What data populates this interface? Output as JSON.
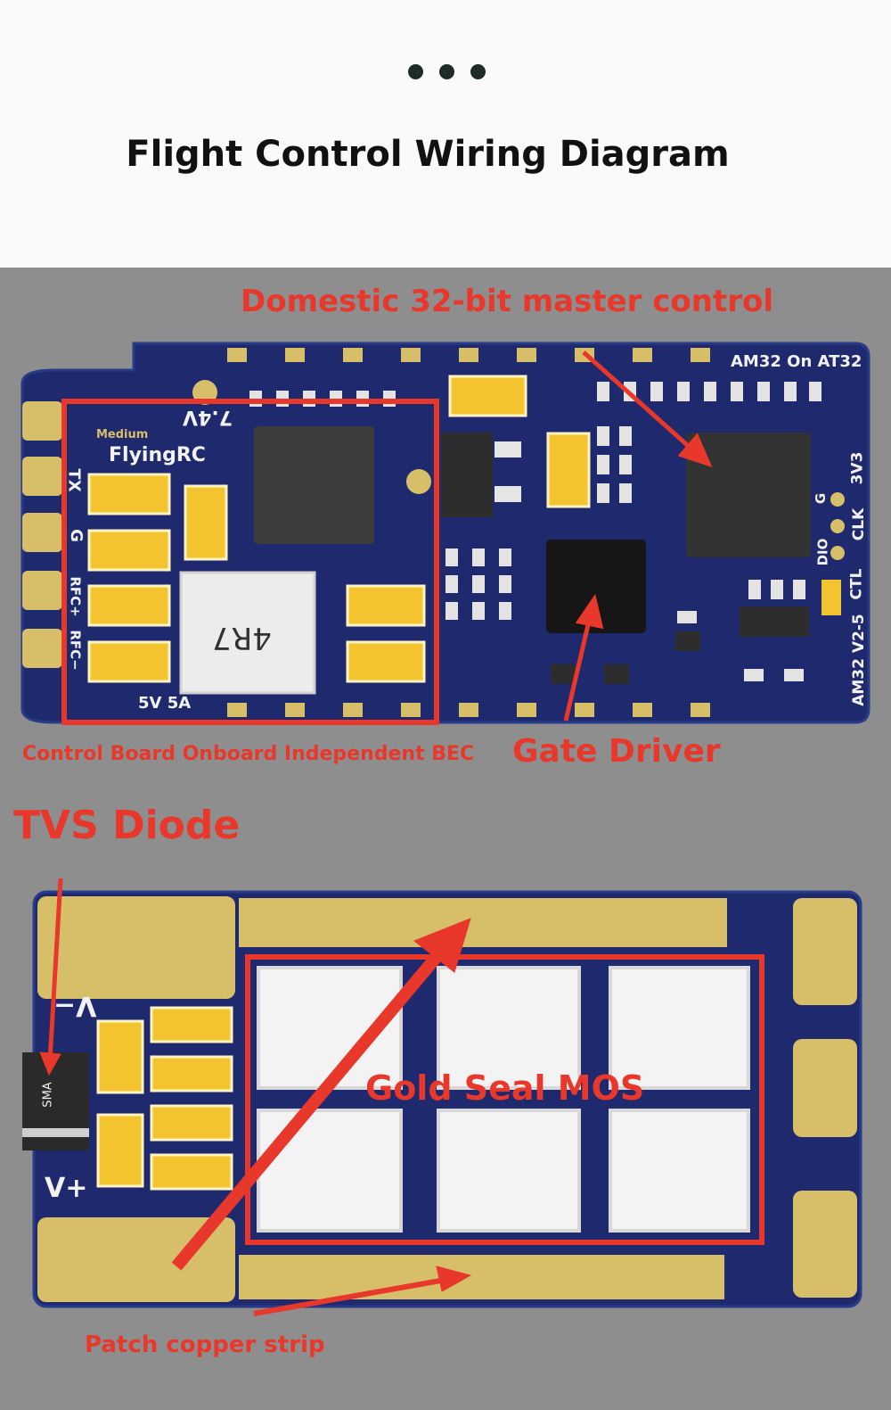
{
  "header": {
    "title": "Flight Control Wiring Diagram"
  },
  "top_board": {
    "labels": {
      "master": "Domestic 32-bit master control",
      "bec": "Control Board Onboard Independent BEC",
      "gate": "Gate Driver"
    },
    "silkscreen": {
      "am32_at32": "AM32 On AT32",
      "medium": "Medium",
      "brand": "FlyingRC",
      "voltage_74": "7.4V",
      "out_5v": "5V 5A",
      "inductor": "4R7",
      "pin_tx": "TX",
      "pin_g": "G",
      "pin_rfc_plus": "RFC+",
      "pin_rfc_minus": "RFC−",
      "version": "AM32 V2-5",
      "ctl": "CTL",
      "dio": "DIO",
      "clk": "CLK",
      "g2": "G",
      "v33": "3V3"
    }
  },
  "bottom_board": {
    "labels": {
      "tvs": "TVS Diode",
      "mos": "Gold Seal MOS",
      "strip": "Patch copper strip"
    },
    "silkscreen": {
      "v_minus": "V−",
      "v_plus": "V+",
      "sma": "SMA"
    }
  },
  "colors": {
    "pcb": "#1f2a6e",
    "pad": "#d7bf6a",
    "cap": "#f4c430",
    "annotation": "#e8372b",
    "panel": "#8e8e8e"
  }
}
